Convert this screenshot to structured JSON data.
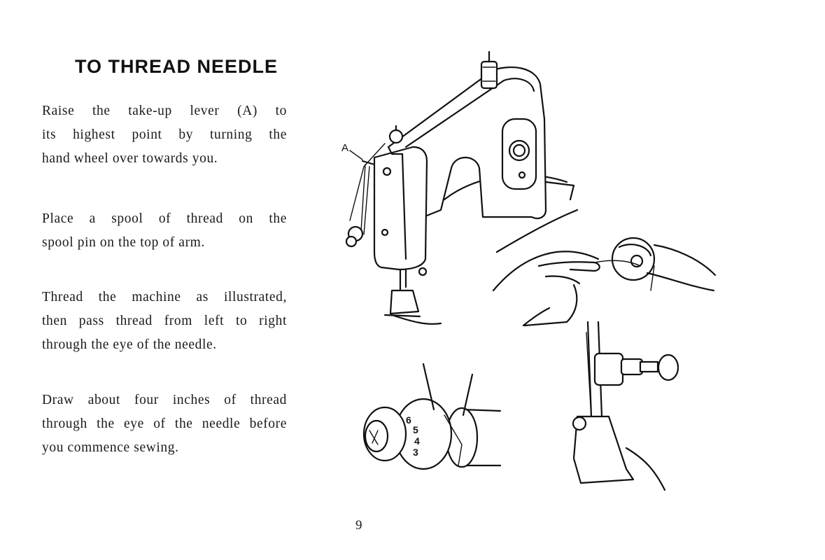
{
  "document": {
    "title": "TO THREAD NEEDLE",
    "paragraphs": [
      {
        "lines": [
          "Raise the take-up lever (A) to",
          "its highest point by turning the",
          "hand wheel over towards you."
        ]
      },
      {
        "lines": [
          "Place a spool of thread on the",
          "spool pin on the top of arm."
        ]
      },
      {
        "lines": [
          "Thread the machine as illustrated,",
          "then pass thread from left to right",
          "through the eye of the needle."
        ]
      },
      {
        "lines": [
          "Draw about four inches of thread",
          "through the eye of the needle before",
          "you commence sewing."
        ]
      }
    ],
    "page_number": "9"
  },
  "illustrations": {
    "machine_label": "A",
    "dial_numbers": [
      "6",
      "5",
      "4",
      "3"
    ]
  }
}
